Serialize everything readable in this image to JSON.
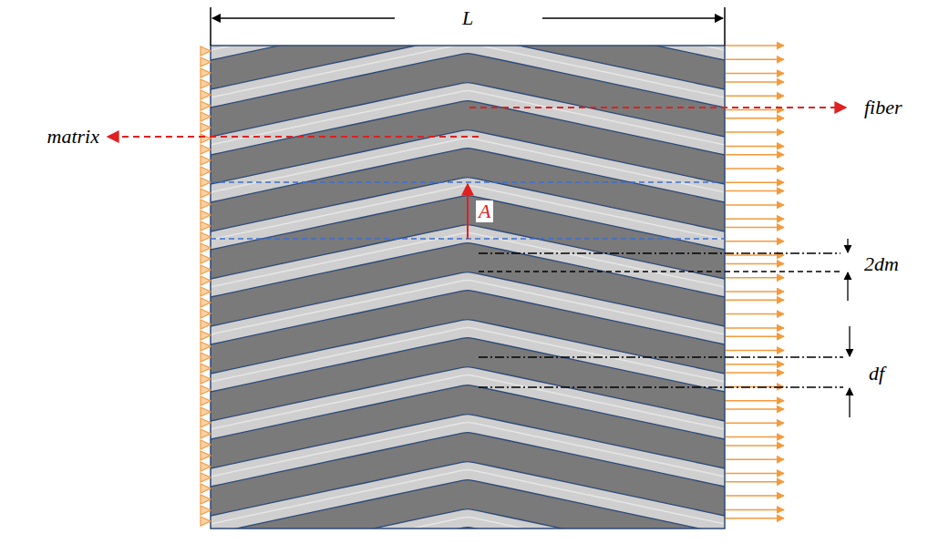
{
  "diagram": {
    "labels": [
      "L",
      "fiber",
      "matrix",
      "A",
      "2dm",
      "df"
    ]
  }
}
